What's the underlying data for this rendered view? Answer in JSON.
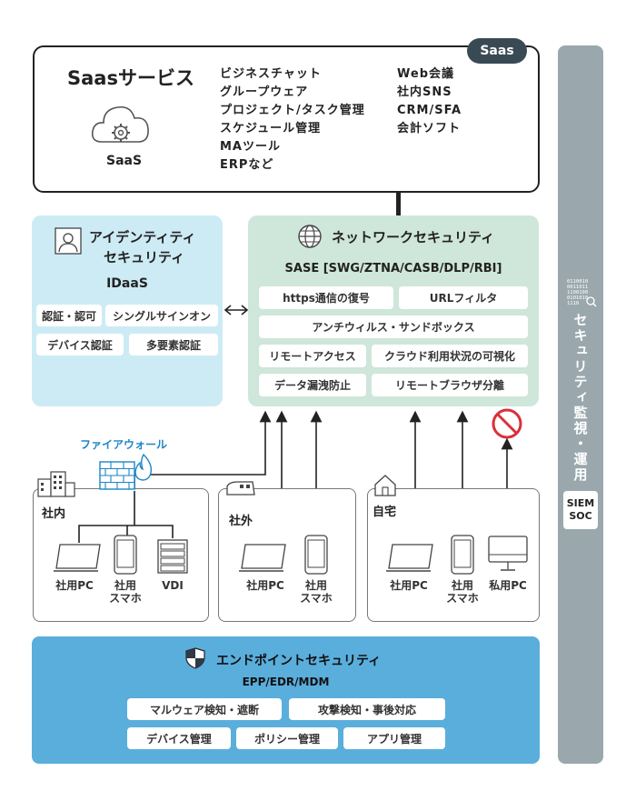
{
  "saas": {
    "tag": "Saas",
    "title": "Saasサービス",
    "cloud_label": "SaaS",
    "list1": [
      "ビジネスチャット",
      "グループウェア",
      "プロジェクト/タスク管理",
      "スケジュール管理",
      "MAツール",
      "ERPなど"
    ],
    "list2": [
      "Web会議",
      "社内SNS",
      "CRM/SFA",
      "会計ソフト"
    ]
  },
  "identity": {
    "title_line1": "アイデンティティ",
    "title_line2": "セキュリティ",
    "idaas": "IDaaS",
    "chips": [
      "認証・認可",
      "シングルサインオン",
      "デバイス認証",
      "多要素認証"
    ]
  },
  "network": {
    "title": "ネットワークセキュリティ",
    "sase": "SASE [SWG/ZTNA/CASB/DLP/RBI]",
    "chips": [
      "https通信の復号",
      "URLフィルタ",
      "アンチウィルス・サンドボックス",
      "リモートアクセス",
      "クラウド利用状況の可視化",
      "データ漏洩防止",
      "リモートブラウザ分離"
    ]
  },
  "monitoring": {
    "title": "セキュリティ監視・運用",
    "siem": "SIEM",
    "soc": "SOC"
  },
  "firewall": {
    "label": "ファイアウォール"
  },
  "locations": {
    "office": {
      "label": "社内",
      "devices": [
        "社用PC",
        "社用\nスマホ",
        "VDI"
      ]
    },
    "outside": {
      "label": "社外",
      "devices": [
        "社用PC",
        "社用\nスマホ"
      ]
    },
    "home": {
      "label": "自宅",
      "devices": [
        "社用PC",
        "社用\nスマホ",
        "私用PC"
      ]
    }
  },
  "endpoint": {
    "title": "エンドポイントセキュリティ",
    "epp": "EPP/EDR/MDM",
    "chips": [
      "マルウェア検知・遮断",
      "攻撃検知・事後対応",
      "デバイス管理",
      "ポリシー管理",
      "アプリ管理"
    ]
  },
  "colors": {
    "identity_bg": "#cdebf5",
    "network_bg": "#cfe6da",
    "endpoint_bg": "#5aaedc",
    "monitor_bg": "#9aa8ae",
    "firewall": "#1d86c6",
    "prohibit": "#d9303a"
  }
}
